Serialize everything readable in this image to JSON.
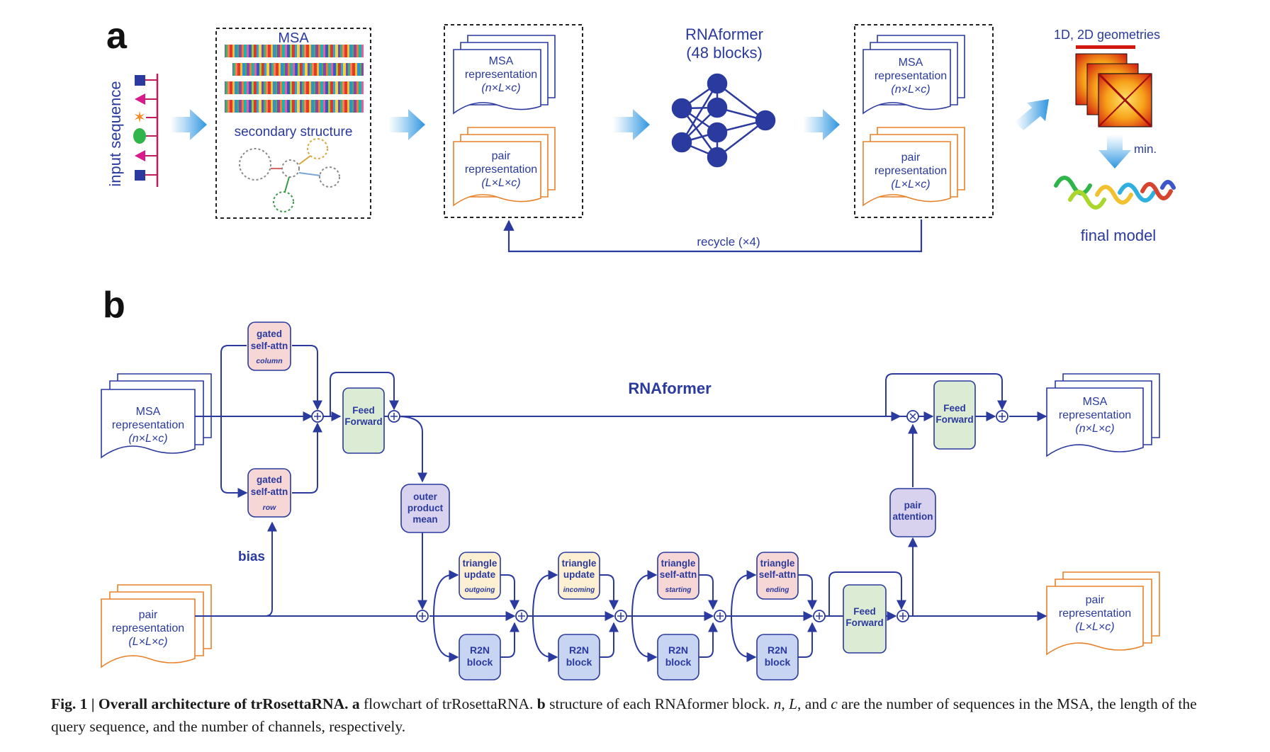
{
  "panel_a": {
    "label": "a",
    "input_label": "input sequence",
    "msa_title": "MSA",
    "secondary_structure_label": "secondary structure",
    "rnaformer_title": "RNAformer",
    "rnaformer_blocks": "(48 blocks)",
    "rep_in": {
      "msa_line1": "MSA",
      "msa_line2": "representation",
      "msa_dims": "(n×L×c)",
      "pair_line1": "pair",
      "pair_line2": "representation",
      "pair_dims": "(L×L×c)"
    },
    "rep_out": {
      "msa_line1": "MSA",
      "msa_line2": "representation",
      "msa_dims": "(n×L×c)",
      "pair_line1": "pair",
      "pair_line2": "representation",
      "pair_dims": "(L×L×c)"
    },
    "recycle_label": "recycle (×4)",
    "geometries_label": "1D, 2D geometries",
    "min_label": "min.",
    "final_model_label": "final model"
  },
  "panel_b": {
    "label": "b",
    "title": "RNAformer",
    "bias_label": "bias",
    "msa_in": {
      "line1": "MSA",
      "line2": "representation",
      "dims": "(n×L×c)"
    },
    "pair_in": {
      "line1": "pair",
      "line2": "representation",
      "dims": "(L×L×c)"
    },
    "msa_out": {
      "line1": "MSA",
      "line2": "representation",
      "dims": "(n×L×c)"
    },
    "pair_out": {
      "line1": "pair",
      "line2": "representation",
      "dims": "(L×L×c)"
    },
    "blocks": {
      "col_attn": {
        "line1": "gated",
        "line2": "self-attn",
        "sub": "column"
      },
      "row_attn": {
        "line1": "gated",
        "line2": "self-attn",
        "sub": "row"
      },
      "ff1": {
        "line1": "Feed",
        "line2": "Forward"
      },
      "opm": {
        "line1": "outer",
        "line2": "product",
        "line3": "mean"
      },
      "tri_out": {
        "line1": "triangle",
        "line2": "update",
        "sub": "outgoing"
      },
      "tri_in": {
        "line1": "triangle",
        "line2": "update",
        "sub": "incoming"
      },
      "tri_start": {
        "line1": "triangle",
        "line2": "self-attn",
        "sub": "starting"
      },
      "tri_end": {
        "line1": "triangle",
        "line2": "self-attn",
        "sub": "ending"
      },
      "r2n1": {
        "line1": "R2N",
        "line2": "block"
      },
      "r2n2": {
        "line1": "R2N",
        "line2": "block"
      },
      "r2n3": {
        "line1": "R2N",
        "line2": "block"
      },
      "r2n4": {
        "line1": "R2N",
        "line2": "block"
      },
      "ff2": {
        "line1": "Feed",
        "line2": "Forward"
      },
      "pair_attn": {
        "line1": "pair",
        "line2": "attention"
      },
      "ff3": {
        "line1": "Feed",
        "line2": "Forward"
      }
    }
  },
  "caption": {
    "fig_label": "Fig. 1 | Overall architecture of trRosettaRNA.",
    "a_label": "a",
    "a_text": " flowchart of trRosettaRNA. ",
    "b_label": "b",
    "b_text": " structure of each RNAformer block. ",
    "var_n": "n",
    "sep1": ", ",
    "var_L": "L",
    "sep2": ", and ",
    "var_c": "c",
    "rest": " are the number of sequences in the MSA, the length of the query sequence, and the number of channels, respectively."
  },
  "colors": {
    "navy": "#2a3a9e",
    "orange": "#e8822a",
    "arrow_blue": "#3f9fe0",
    "attn_pink": "#f7d6d6",
    "ff_green": "#dcebd3",
    "opm_purple": "#d8d2ee",
    "tri_yellow": "#fdf0d2",
    "r2n_blue": "#c7d4f2"
  }
}
